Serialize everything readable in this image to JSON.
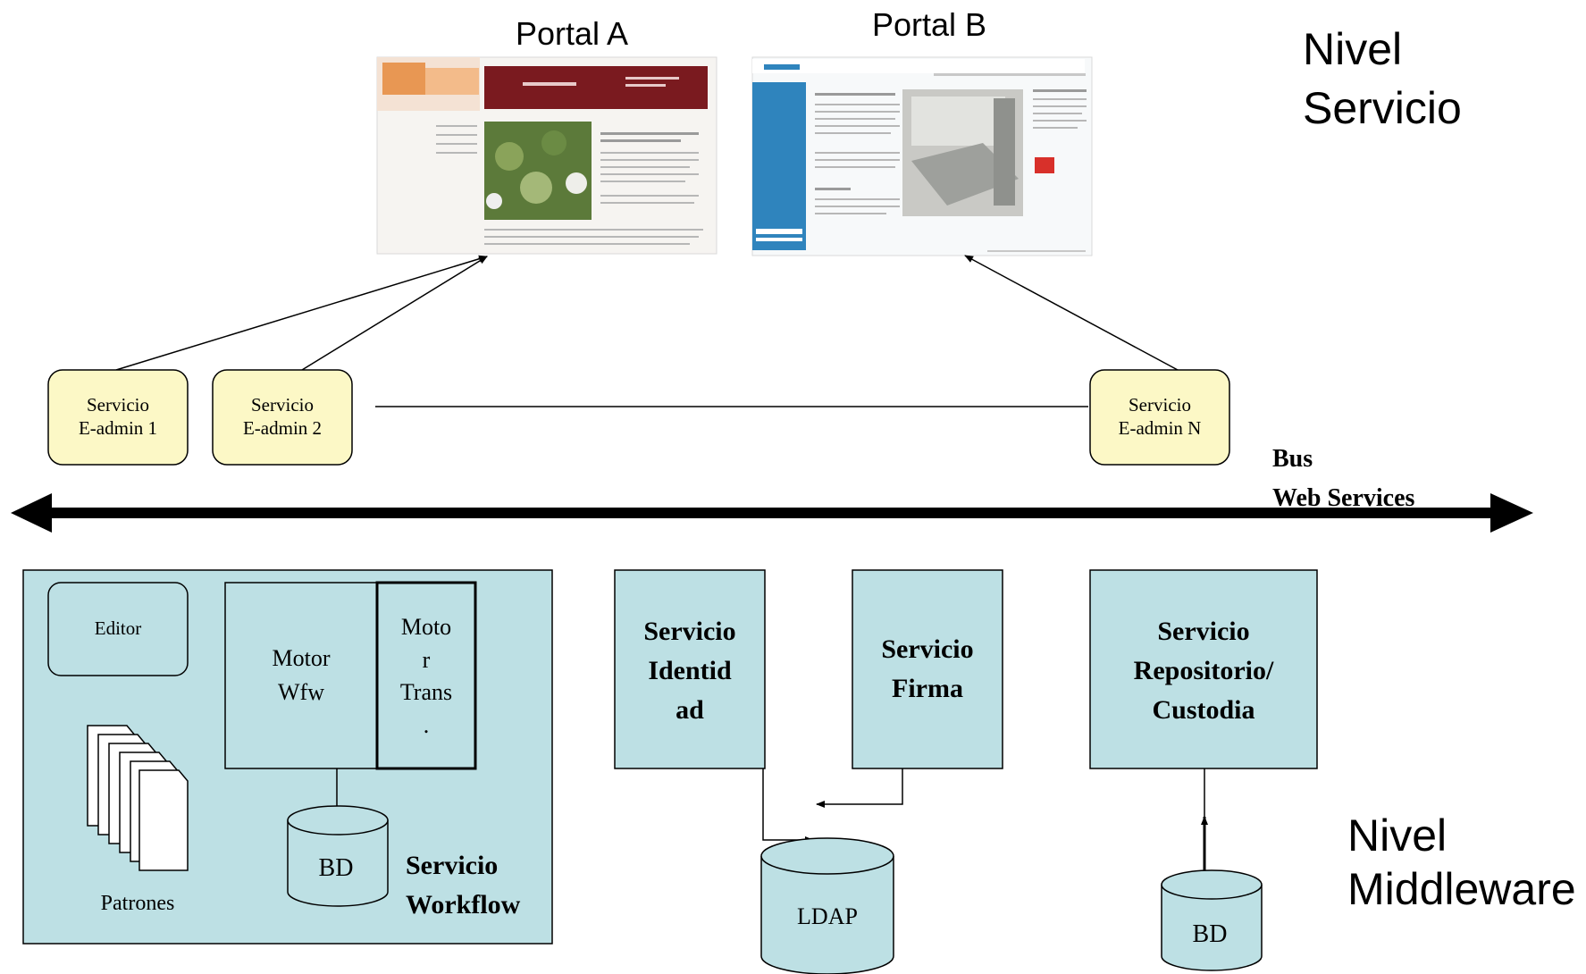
{
  "portals": {
    "a": {
      "label": "Portal A"
    },
    "b": {
      "label": "Portal B"
    }
  },
  "levels": {
    "service": {
      "line1": "Nivel",
      "line2": "Servicio"
    },
    "middleware": {
      "line1": "Nivel",
      "line2": "Middleware"
    }
  },
  "services": [
    {
      "line1": "Servicio",
      "line2": "E-admin 1"
    },
    {
      "line1": "Servicio",
      "line2": "E-admin 2"
    },
    {
      "line1": "Servicio",
      "line2": "E-admin N"
    }
  ],
  "bus": {
    "line1": "Bus",
    "line2": "Web Services"
  },
  "workflow": {
    "editor": "Editor",
    "motor_wfw": {
      "line1": "Motor",
      "line2": "Wfw"
    },
    "motor_trans": {
      "line1": "Moto",
      "line2": "r",
      "line3": "Trans",
      "line4": "."
    },
    "patrones": "Patrones",
    "bd": "BD",
    "title": {
      "line1": "Servicio",
      "line2": "Workflow"
    }
  },
  "identidad": {
    "line1": "Servicio",
    "line2": "Identid",
    "line3": "ad"
  },
  "firma": {
    "line1": "Servicio",
    "line2": "Firma"
  },
  "repositorio": {
    "line1": "Servicio",
    "line2": "Repositorio/",
    "line3": "Custodia"
  },
  "ldap": "LDAP",
  "repo_bd": "BD",
  "colors": {
    "box_fill": "#bde0e4",
    "service_fill": "#fcf8c6",
    "portal_a_header": "#7a1a1f",
    "portal_b_sidebar": "#2f84bd"
  }
}
